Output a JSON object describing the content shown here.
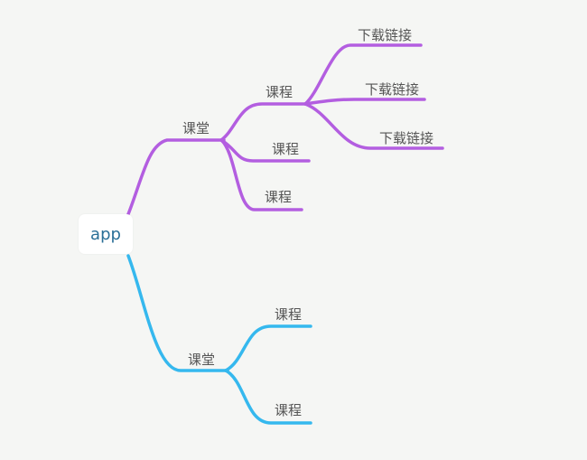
{
  "colors": {
    "background": "#f5f6f4",
    "upper_branch": "#b35ee0",
    "lower_branch": "#35b8ee",
    "root_text": "#2a6f97",
    "label_text": "#555555"
  },
  "root": {
    "label": "app"
  },
  "upper": {
    "label": "课堂",
    "children": [
      {
        "label": "课程",
        "children": [
          {
            "label": "下载链接"
          },
          {
            "label": "下载链接"
          },
          {
            "label": "下载链接"
          }
        ]
      },
      {
        "label": "课程"
      },
      {
        "label": "课程"
      }
    ]
  },
  "lower": {
    "label": "课堂",
    "children": [
      {
        "label": "课程"
      },
      {
        "label": "课程"
      }
    ]
  }
}
